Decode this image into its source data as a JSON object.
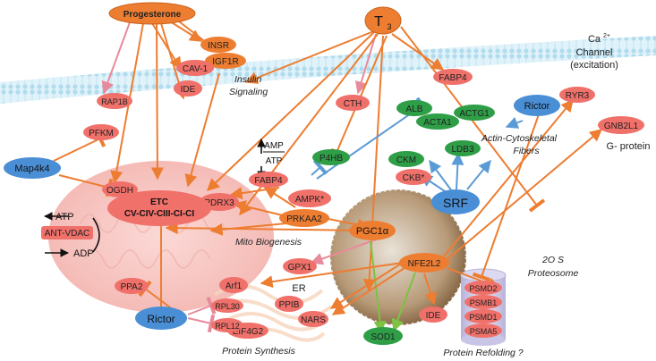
{
  "colors": {
    "orange": "#ED7D31",
    "red_node": "#F0706A",
    "green_node": "#2E9E47",
    "blue_node": "#4A8FD6",
    "arrow_orange": "#ED7D31",
    "inhibit_pink": "#E88A9B",
    "arrow_blue": "#5B9BD5",
    "arrow_green": "#7DC242",
    "membrane": "#A8D8EC",
    "mito": "#F7C6C2",
    "nucleus": "#8C6A47"
  },
  "nodes": {
    "progesterone": "Progesterone",
    "t3_base": "T",
    "t3_sub": "3",
    "insr": "INSR",
    "igf1r": "IGF1R",
    "cav1": "CAV-1",
    "ide_top": "IDE",
    "rap1b": "RAP1B",
    "cth": "CTH",
    "fabp4_top": "FABP4",
    "rictor_top": "Rictor",
    "ryr3": "RYR3",
    "gnb2l1": "GNB2L1",
    "alb": "ALB",
    "acta1": "ACTA1",
    "actg1": "ACTG1",
    "p4hb": "P4HB",
    "ldb3": "LDB3",
    "ckm": "CKM",
    "ckb": "CKB*",
    "srf": "SRF",
    "pfkm": "PFKM",
    "ogdh": "OGDH",
    "map4k4": "Map4k4",
    "fabp4_mid": "FABP4",
    "ampk": "AMPK*",
    "prkaa2": "PRKAA2",
    "pdrx3": "PDRX3",
    "pgc1a": "PGC1α",
    "gpx1": "GPX1",
    "nfe2l2": "NFE2L2",
    "etc_line1": "ETC",
    "etc_line2": "CV-CIV-CIII-CI-CI",
    "ant_vdac": "ANT-VDAC",
    "ppa2": "PPA2",
    "arf1": "Arf1",
    "ppib": "PPIB",
    "nars": "NARS",
    "eif4g2": "EIF4G2",
    "rictor_bottom": "Rictor",
    "rpl30": "RPL30",
    "rpl12": "RPL12",
    "ide_bottom": "IDE",
    "sod1": "SOD1",
    "psmd2": "PSMD2",
    "psmb1": "PSMB1",
    "psmd1": "PSMD1",
    "psma5": "PSMA5"
  },
  "labels": {
    "ca_channel_base": "Ca",
    "ca_channel_sup": "2+",
    "channel": "Channel",
    "excitation": "(excitation)",
    "insulin": "Insulin",
    "signaling": "Signaling",
    "actin_1": "Actin-Cytoskeletal",
    "actin_2": "Fibers",
    "g_protein": "G- protein",
    "amp": "AMP",
    "atp_ratio": "ATP",
    "atp": "ATP",
    "adp": "ADP",
    "mito_biogenesis": "Mito Biogenesis",
    "proteosome_1": "2O S",
    "proteosome_2": "Proteosome",
    "er": "ER",
    "protein_synthesis": "Protein Synthesis",
    "protein_refolding": "Protein Refolding ?"
  }
}
